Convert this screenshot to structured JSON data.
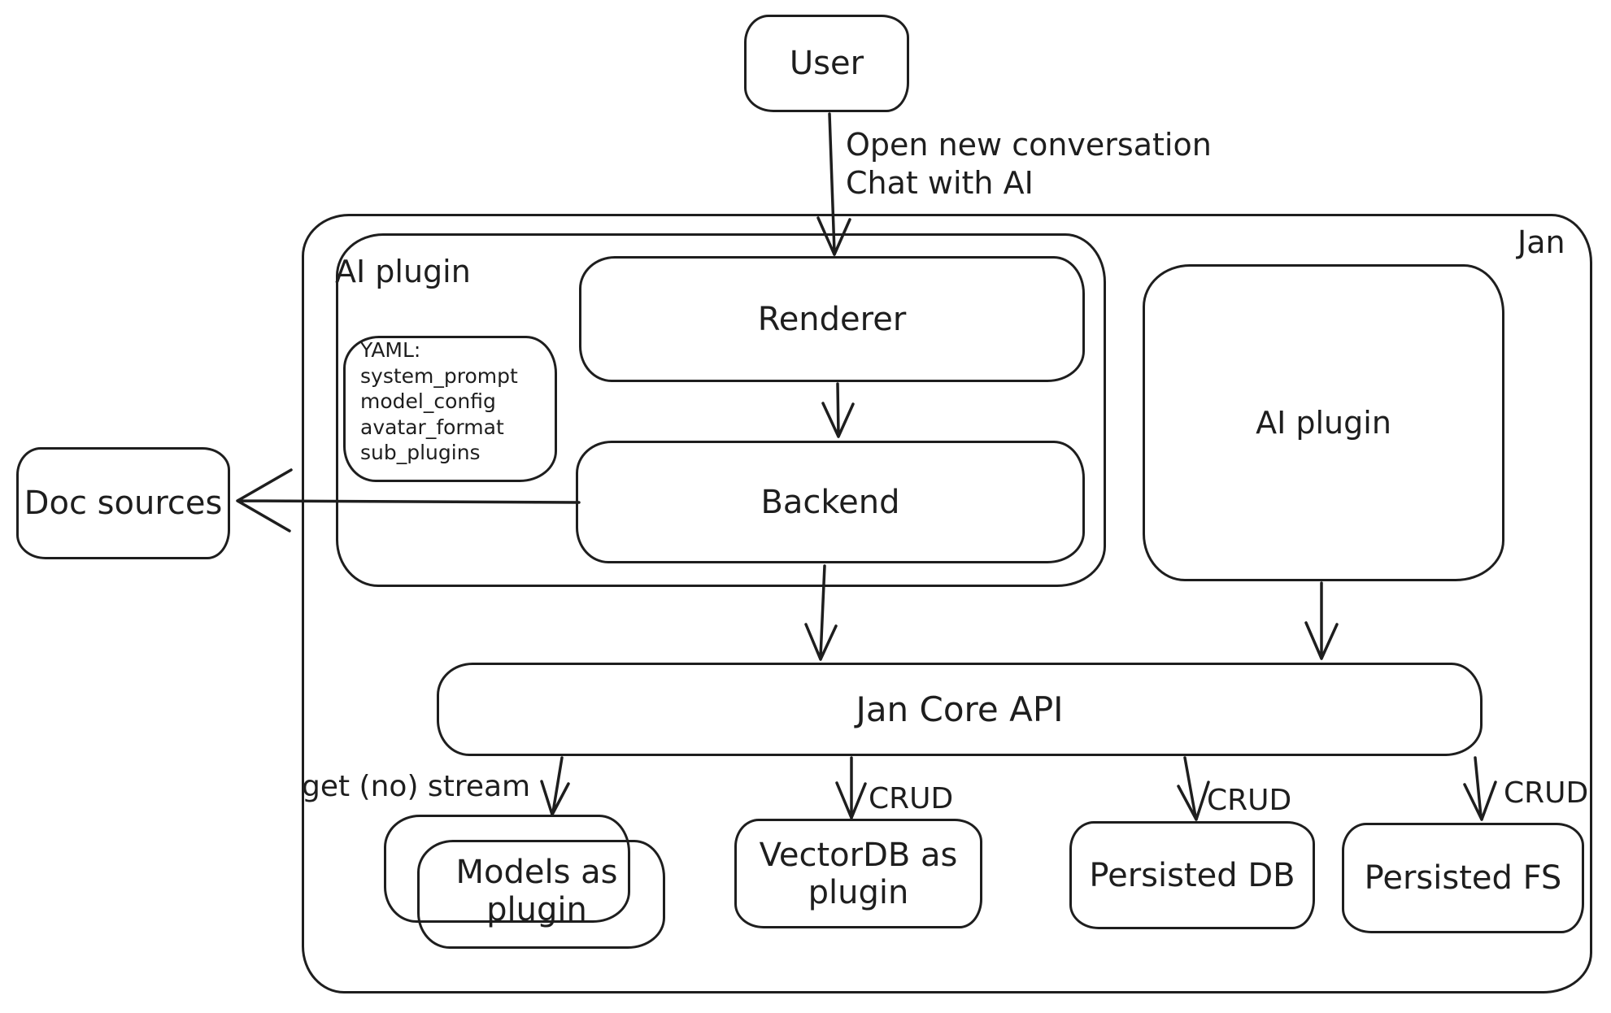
{
  "diagram": {
    "colors": {
      "stroke": "#1e1e1e",
      "background": "#ffffff"
    },
    "nodes": {
      "user": {
        "label": "User"
      },
      "jan": {
        "label": "Jan"
      },
      "ai_plugin_container": {
        "label": "AI plugin"
      },
      "renderer": {
        "label": "Renderer"
      },
      "backend": {
        "label": "Backend"
      },
      "yaml_note": {
        "lines": [
          "YAML:",
          "system_prompt",
          "model_config",
          "avatar_format",
          "sub_plugins"
        ]
      },
      "ai_plugin_right": {
        "label": "AI plugin"
      },
      "doc_sources": {
        "label": "Doc sources"
      },
      "jan_core_api": {
        "label": "Jan Core API"
      },
      "models_as_plugin": {
        "label": "Models as plugin"
      },
      "vectordb_as_plugin": {
        "label": "VectorDB as plugin"
      },
      "persisted_db": {
        "label": "Persisted DB"
      },
      "persisted_fs": {
        "label": "Persisted FS"
      }
    },
    "edges": {
      "user_to_renderer": {
        "label_line1": "Open new conversation",
        "label_line2": "Chat with AI"
      },
      "backend_to_doc_sources": {
        "label": ""
      },
      "api_to_models": {
        "label": "get (no) stream"
      },
      "api_to_vectordb": {
        "label": "CRUD"
      },
      "api_to_persisted_db": {
        "label": "CRUD"
      },
      "api_to_persisted_fs": {
        "label": "CRUD"
      }
    }
  }
}
